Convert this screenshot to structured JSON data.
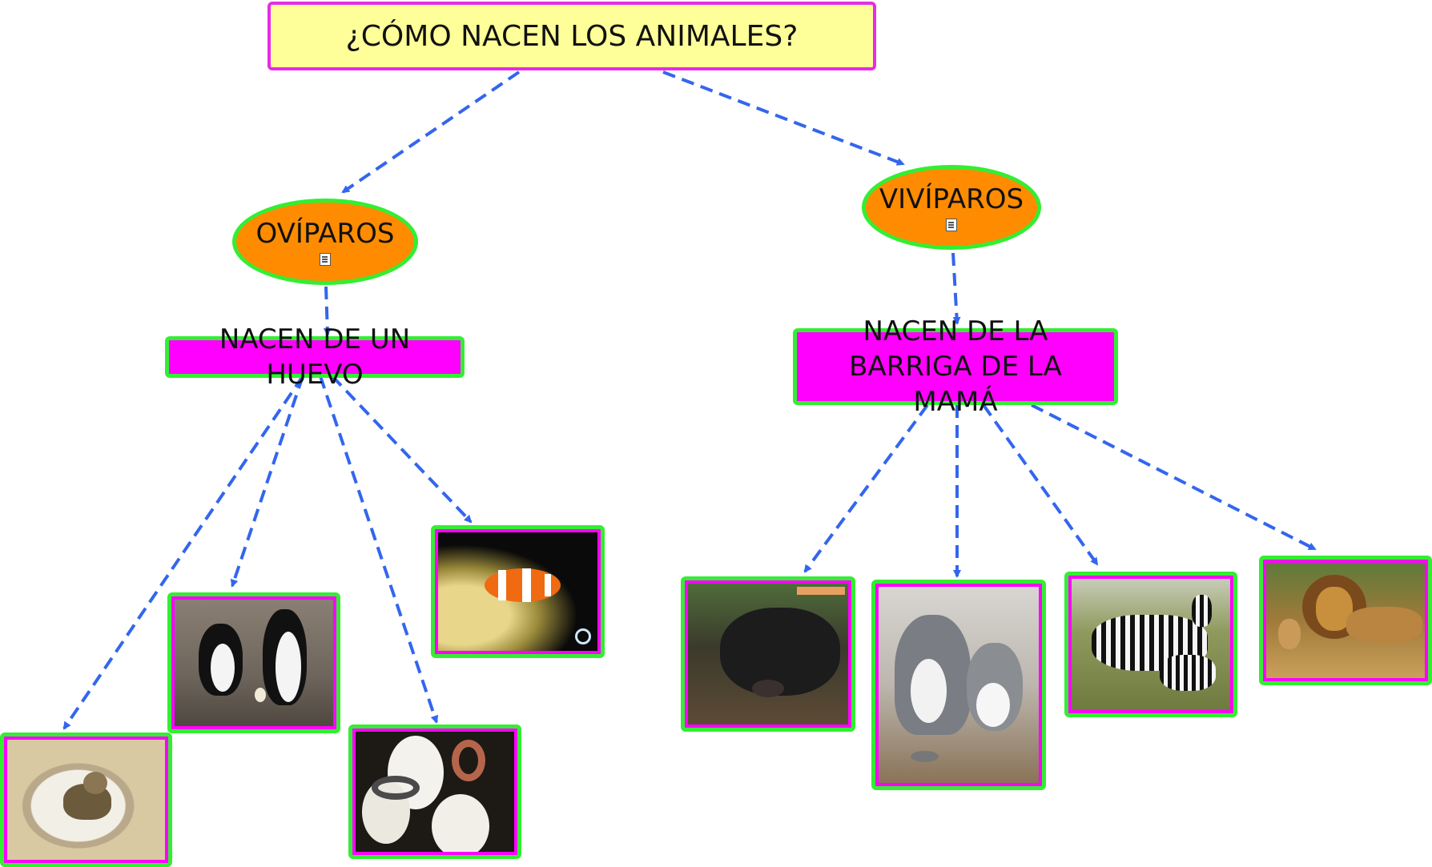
{
  "title": "¿CÓMO NACEN LOS ANIMALES?",
  "oviparos": {
    "label": "OVÍPAROS",
    "description": "NACEN DE UN HUEVO",
    "examples": [
      "turtle-hatching-photo",
      "penguins-with-egg-photo",
      "snakes-hatching-photo",
      "clownfish-photo"
    ]
  },
  "viviparos": {
    "label": "VIVÍPAROS",
    "description": "NACEN DE LA BARRIGA DE LA MAMÁ",
    "examples": [
      "gorilla-with-baby-photo",
      "cat-with-kitten-photo",
      "zebra-with-foal-photo",
      "lion-with-cub-photo"
    ]
  },
  "colors": {
    "title_fill": "#ffff99",
    "title_border": "#e62ce6",
    "ellipse_fill": "#ff8c00",
    "node_border": "#33ee33",
    "box_fill": "#ff00ff",
    "arrow": "#3366ee"
  },
  "icons": [
    "document-icon"
  ]
}
